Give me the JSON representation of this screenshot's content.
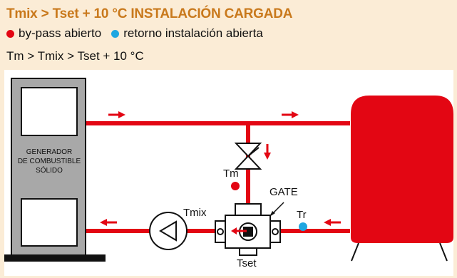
{
  "header": {
    "title": "Tmix > Tset + 10 °C INSTALACIÓN CARGADA",
    "legend": [
      {
        "label": "by-pass abierto",
        "color": "#e30613"
      },
      {
        "label": "retorno instalación abierta",
        "color": "#1ea7e1"
      }
    ],
    "formula": "Tm > Tmix > Tset + 10 °C"
  },
  "diagram": {
    "generator_label_line1": "GENERADOR",
    "generator_label_line2": "DE COMBUSTIBLE",
    "generator_label_line3": "SÓLIDO",
    "label_tm": "Tm",
    "label_tmix": "Tmix",
    "label_tr": "Tr",
    "label_tset": "Tset",
    "label_gate": "GATE",
    "colors": {
      "pipe": "#e30613",
      "tank": "#e30613",
      "generator": "#a8a8a8",
      "background": "#fbecd6",
      "sensor_red": "#e30613",
      "sensor_blue": "#1ea7e1"
    }
  }
}
